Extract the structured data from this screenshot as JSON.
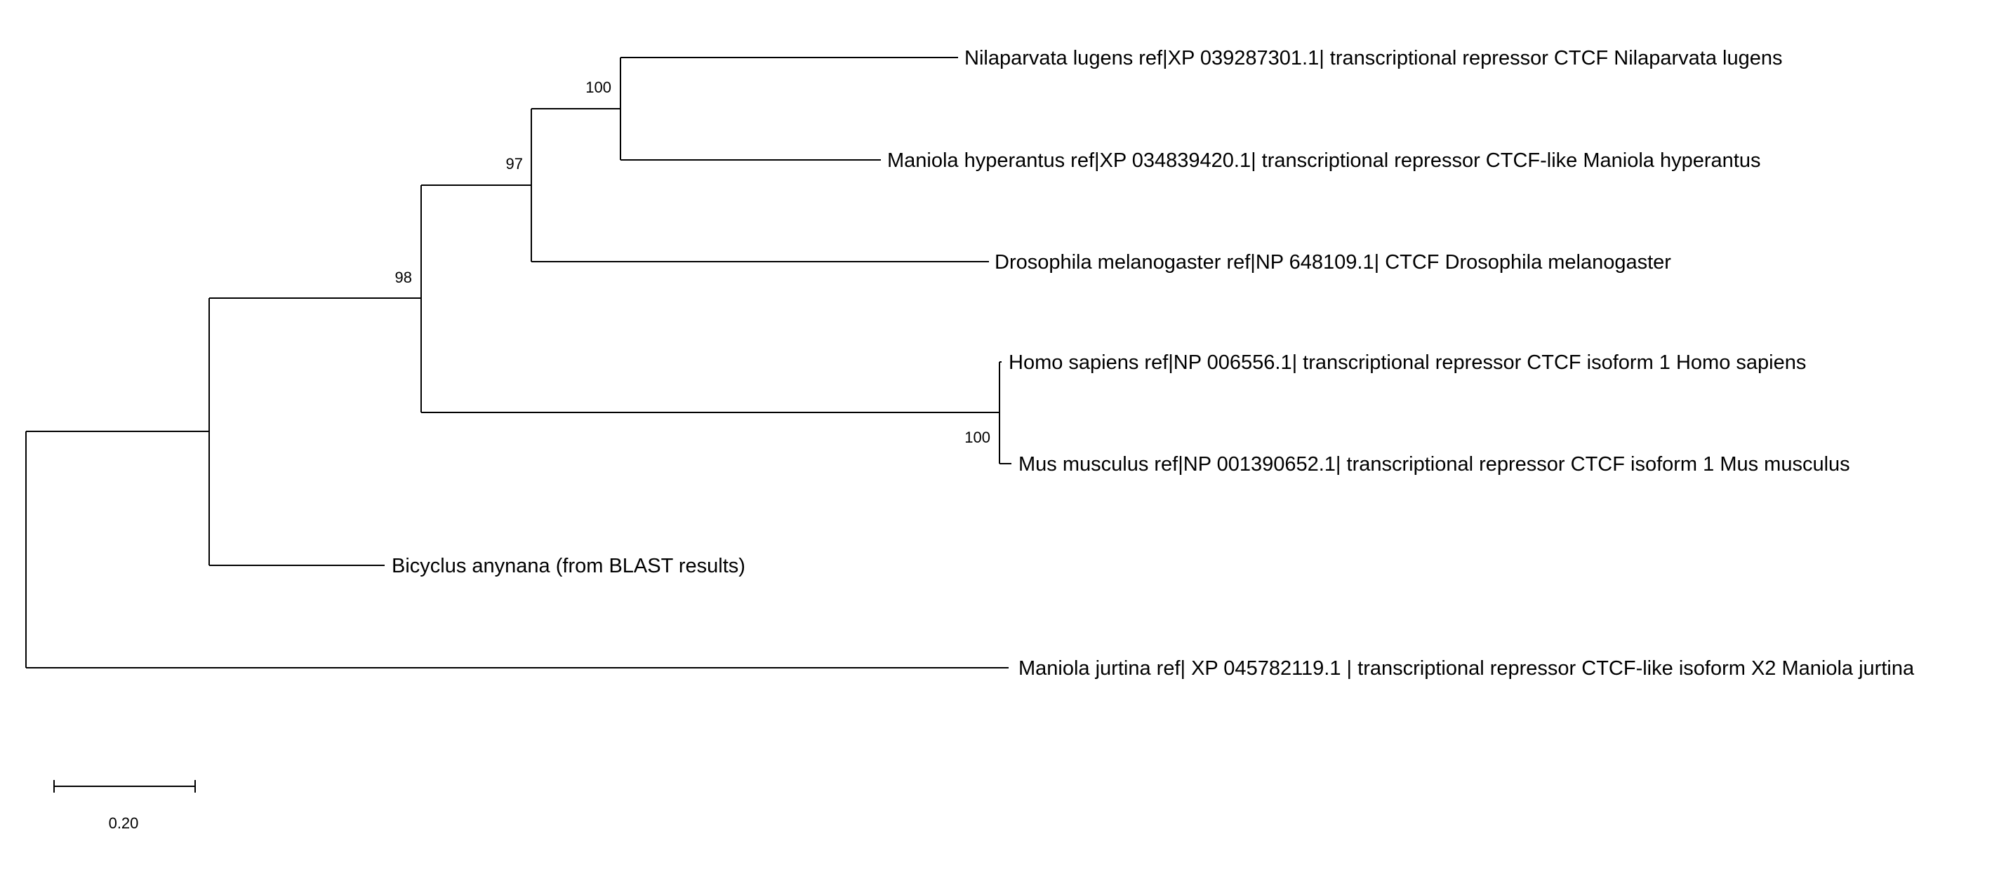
{
  "tree": {
    "leaves": [
      {
        "id": "nilaparvata",
        "label": "Nilaparvata lugens ref|XP 039287301.1| transcriptional repressor CTCF Nilaparvata lugens"
      },
      {
        "id": "maniola_hyp",
        "label": "Maniola hyperantus ref|XP 034839420.1| transcriptional repressor CTCF-like Maniola hyperantus"
      },
      {
        "id": "drosophila",
        "label": "Drosophila melanogaster ref|NP 648109.1| CTCF Drosophila melanogaster"
      },
      {
        "id": "homo",
        "label": "Homo sapiens ref|NP 006556.1| transcriptional repressor CTCF isoform 1 Homo sapiens"
      },
      {
        "id": "mus",
        "label": "Mus musculus ref|NP 001390652.1| transcriptional repressor CTCF isoform 1 Mus musculus"
      },
      {
        "id": "bicyclus",
        "label": "Bicyclus anynana (from BLAST results)"
      },
      {
        "id": "maniola_jur",
        "label": "Maniola jurtina ref| XP 045782119.1 | transcriptional repressor CTCF-like isoform X2 Maniola jurtina"
      }
    ],
    "bootstrap": [
      {
        "node": "nilaparvata+maniola_hyp",
        "value": "100"
      },
      {
        "node": "insects_clade",
        "value": "97"
      },
      {
        "node": "insects+vertebrates",
        "value": "98"
      },
      {
        "node": "homo+mus",
        "value": "100"
      }
    ]
  },
  "scale_bar": {
    "label": "0.20"
  }
}
